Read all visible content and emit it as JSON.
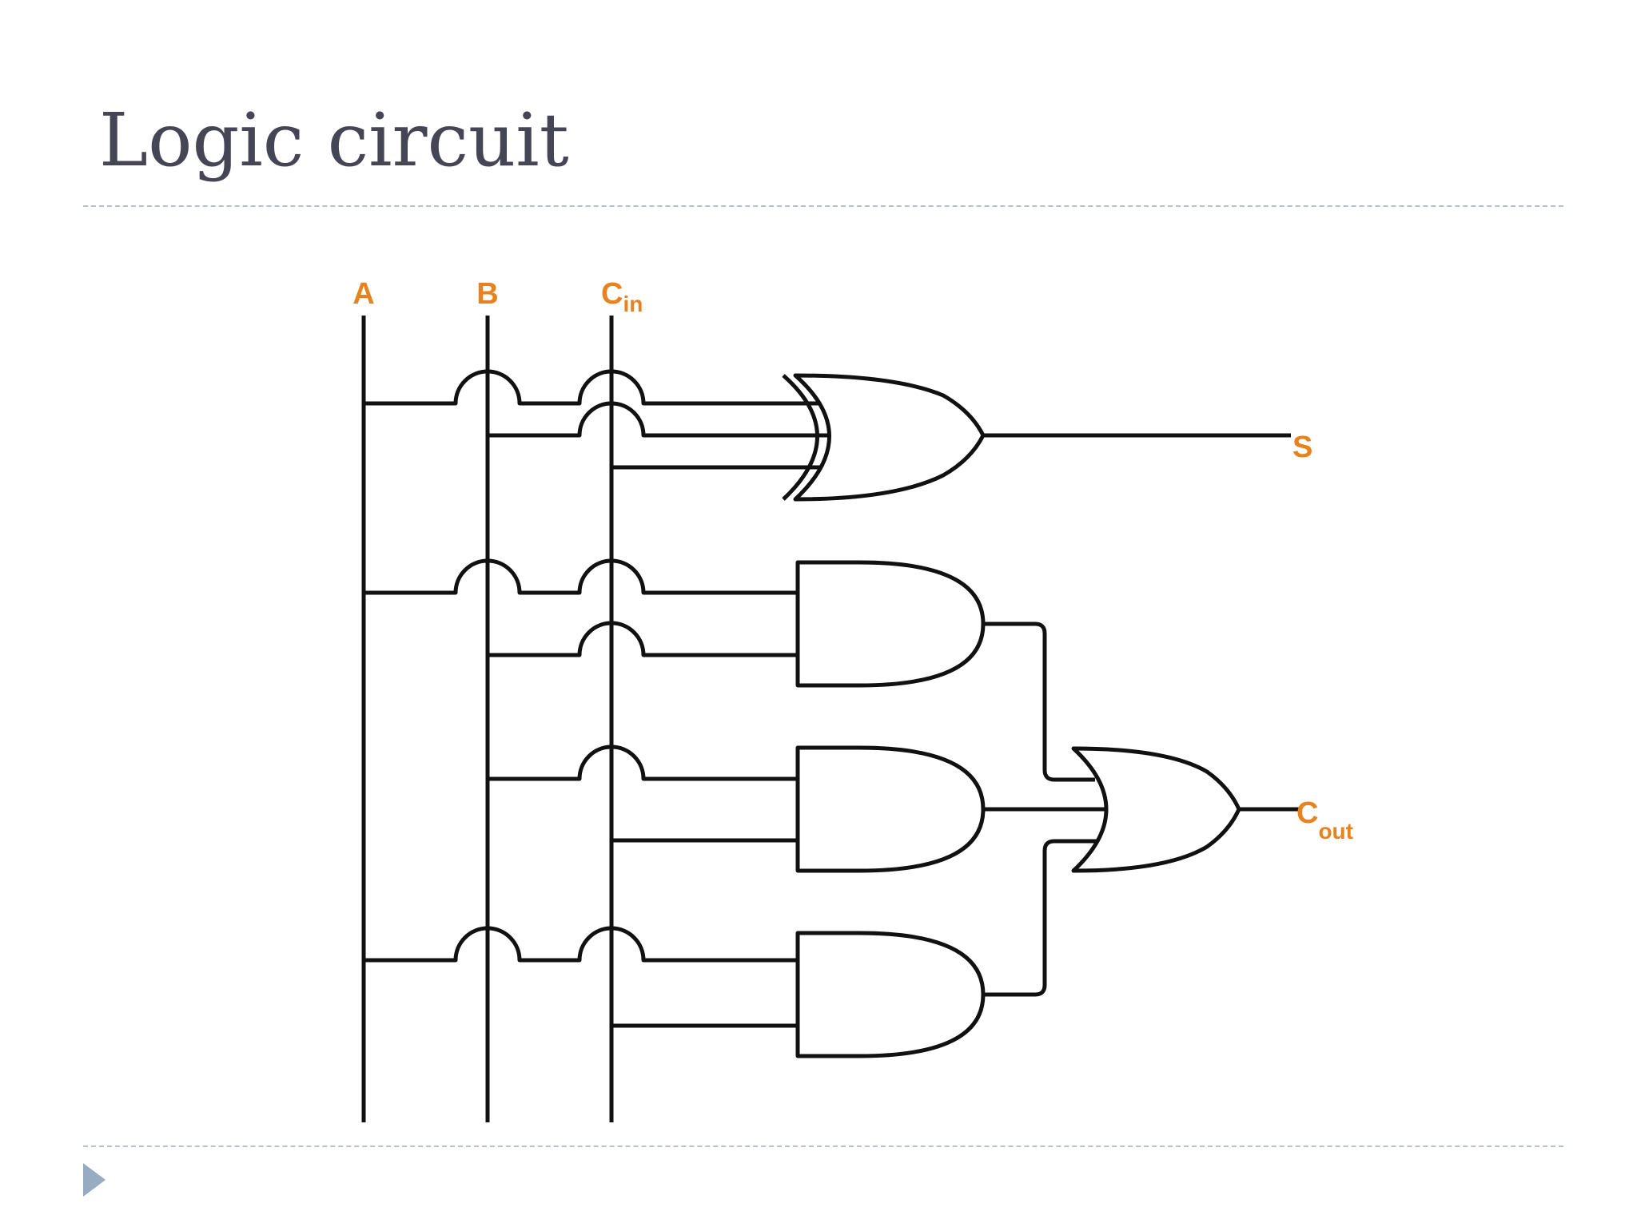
{
  "slide": {
    "title": "Logic circuit"
  },
  "labels": {
    "a": "A",
    "b": "B",
    "cin_main": "C",
    "cin_sub": "in",
    "s": "S",
    "cout_main": "C",
    "cout_sub": "out"
  },
  "colors": {
    "label": "#e8821e",
    "title": "#444655",
    "wire": "#111111",
    "rule": "#b7c1cc",
    "bullet": "#97abc3"
  },
  "gates": [
    {
      "type": "XOR",
      "inputs": [
        "A",
        "B",
        "Cin"
      ],
      "output": "S"
    },
    {
      "type": "AND",
      "inputs": [
        "A",
        "B"
      ]
    },
    {
      "type": "AND",
      "inputs": [
        "B",
        "Cin"
      ]
    },
    {
      "type": "AND",
      "inputs": [
        "A",
        "Cin"
      ]
    },
    {
      "type": "OR",
      "inputs": [
        "AND1",
        "AND2",
        "AND3"
      ],
      "output": "Cout"
    }
  ]
}
